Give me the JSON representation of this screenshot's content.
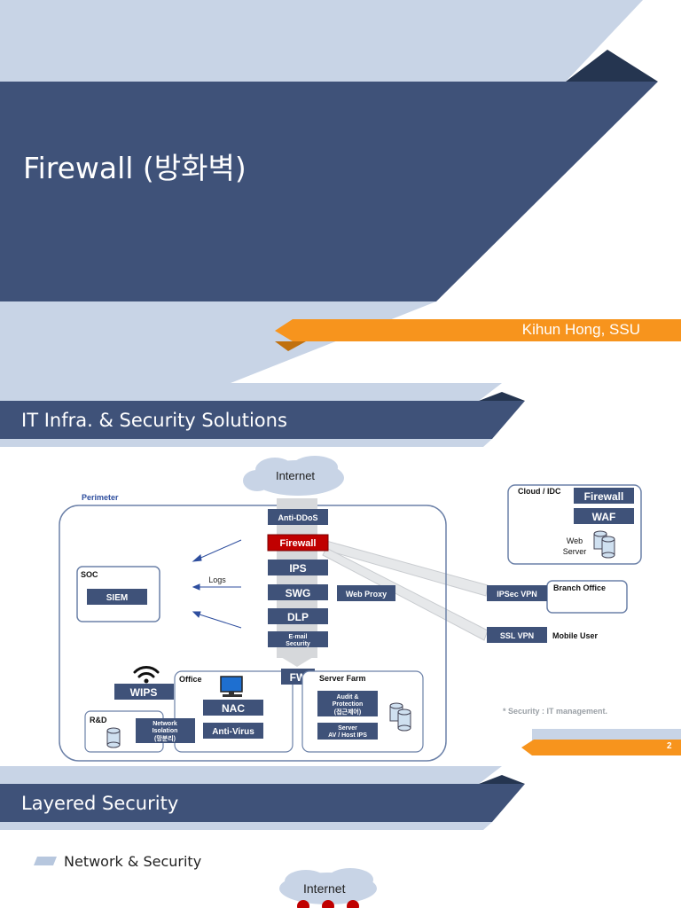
{
  "slide1": {
    "title": "Firewall (방화벽)",
    "author": "Kihun Hong, SSU",
    "colors": {
      "navy": "#3f5279",
      "light": "#c8d4e6",
      "orange": "#f7941d",
      "dark": "#253550"
    }
  },
  "slide2": {
    "title": "IT Infra. & Security Solutions",
    "page_number": "2",
    "note": "* Security : IT management.",
    "diagram": {
      "internet": "Internet",
      "perimeter": "Perimeter",
      "stack": [
        "Anti-DDoS",
        "Firewall",
        "IPS",
        "SWG",
        "DLP",
        "E-mail\nSecurity"
      ],
      "fw": "FW",
      "web_proxy": "Web Proxy",
      "soc": "SOC",
      "siem": "SIEM",
      "logs": "Logs",
      "wips": "WIPS",
      "office": "Office",
      "nac": "NAC",
      "antivirus": "Anti-Virus",
      "rnd": "R&D",
      "network_isolation": "Network\nIsolation\n(망분리)",
      "server_farm": "Server Farm",
      "audit": "Audit &\nProtection\n(접근제어)",
      "server_ips": "Server\nAV / Host IPS",
      "cloud_idc": "Cloud / IDC",
      "cloud_firewall": "Firewall",
      "waf": "WAF",
      "web_server": "Web\nServer",
      "ipsec_vpn": "IPSec VPN",
      "branch_office": "Branch Office",
      "ssl_vpn": "SSL VPN",
      "mobile_user": "Mobile User"
    }
  },
  "slide3": {
    "title": "Layered Security",
    "bullet": "Network & Security",
    "internet": "Internet"
  }
}
